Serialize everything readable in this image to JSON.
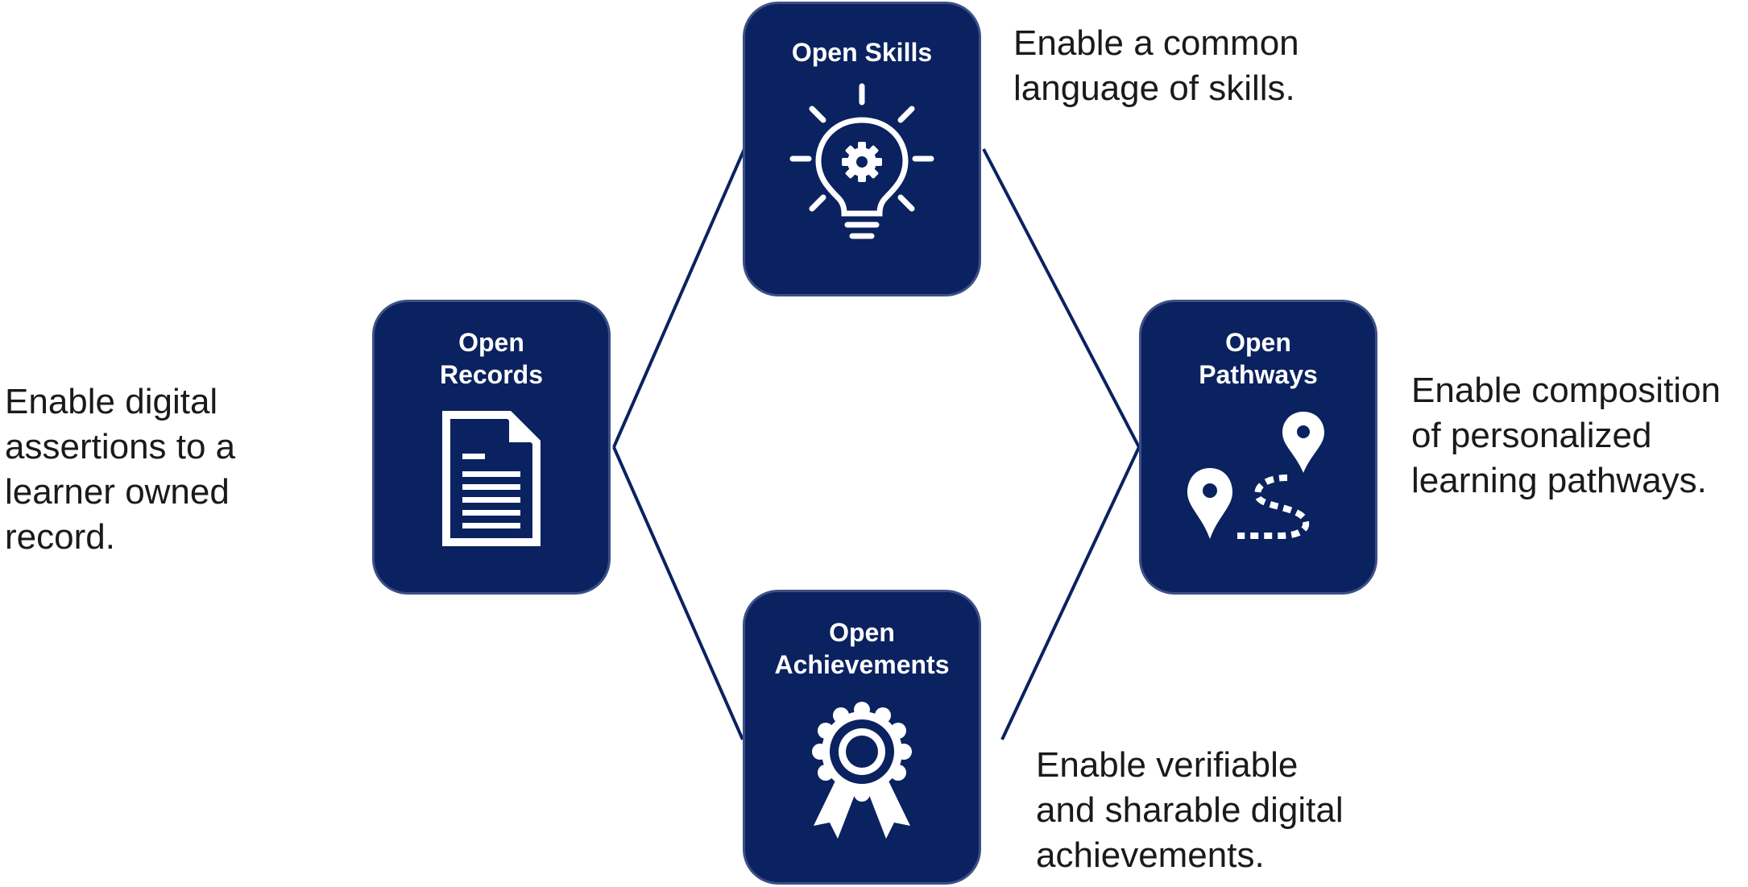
{
  "colors": {
    "card_fill": "#0b2260",
    "card_border": "#3d4f86",
    "connector": "#0b2260",
    "icon": "#ffffff",
    "text": "#1a1a1a"
  },
  "cards": {
    "skills": {
      "title": "Open Skills",
      "icon": "lightbulb-gear-icon",
      "description": "Enable a common\nlanguage of skills."
    },
    "records": {
      "title": "Open\nRecords",
      "icon": "document-icon",
      "description": "Enable digital\nassertions to a\nlearner owned\nrecord."
    },
    "pathways": {
      "title": "Open\nPathways",
      "icon": "map-pins-path-icon",
      "description": "Enable composition\nof personalized\nlearning pathways."
    },
    "achievements": {
      "title": "Open\nAchievements",
      "icon": "award-ribbon-icon",
      "description": "Enable verifiable\nand sharable digital\nachievements."
    }
  }
}
